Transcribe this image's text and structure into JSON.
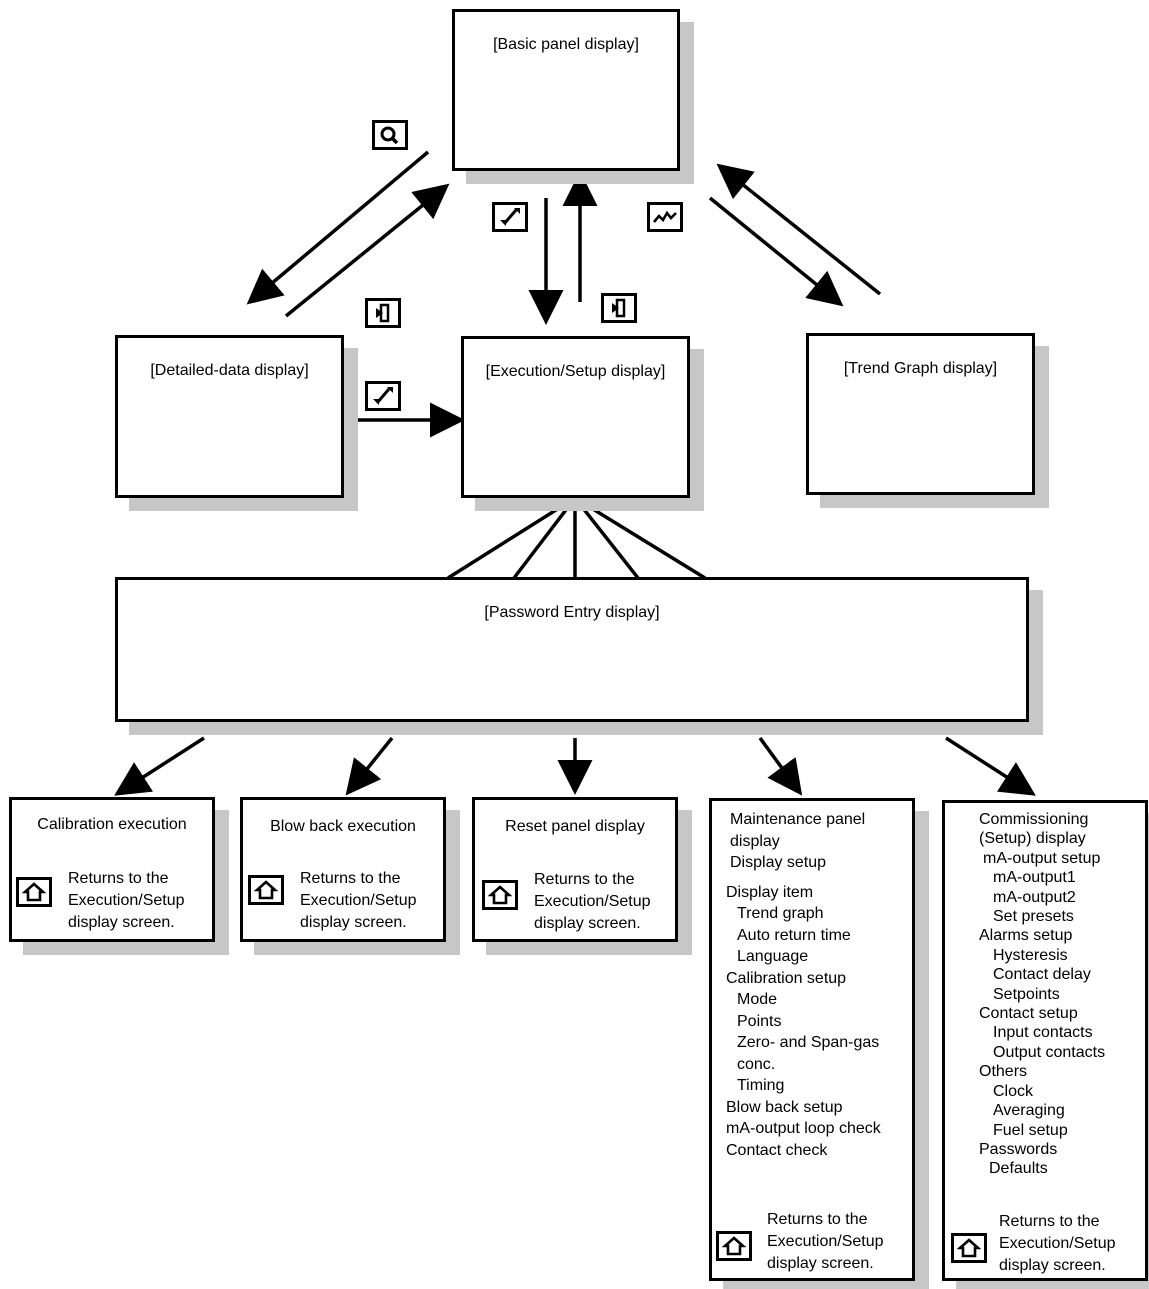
{
  "boxes": {
    "basic_panel": "[Basic panel display]",
    "detailed_data": "[Detailed-data display]",
    "execution_setup": "[Execution/Setup display]",
    "trend_graph": "[Trend Graph display]",
    "password_entry": "[Password Entry display]"
  },
  "leaves": {
    "calibration": "Calibration execution",
    "blow_back": "Blow back execution",
    "reset_panel": "Reset panel display"
  },
  "return_note": [
    "Returns to the",
    "Execution/Setup",
    "display screen."
  ],
  "maintenance_menu": [
    "Maintenance panel",
    "display",
    "Display setup",
    "Display item",
    "Trend graph",
    "Auto return time",
    "Language",
    "Calibration setup",
    "Mode",
    "Points",
    "Zero- and Span-gas",
    "conc.",
    "Timing",
    "Blow back setup",
    "mA-output loop check",
    "Contact check"
  ],
  "commissioning_menu": [
    "Commissioning",
    "(Setup) display",
    "mA-output setup",
    "mA-output1",
    "mA-output2",
    "Set presets",
    "Alarms setup",
    "Hysteresis",
    "Contact delay",
    "Setpoints",
    "Contact setup",
    "Input contacts",
    "Output contacts",
    "Others",
    "Clock",
    "Averaging",
    "Fuel setup",
    "Passwords",
    "Defaults"
  ],
  "icons": [
    "magnifier-icon",
    "setup-wrench-icon",
    "trend-graph-icon",
    "back-icon",
    "home-icon"
  ]
}
